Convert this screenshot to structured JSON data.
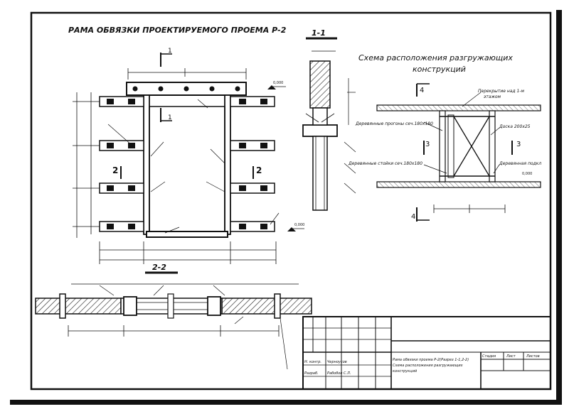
{
  "drawing": {
    "main_title": "РАМА ОБВЯЗКИ ПРОЕКТИРУЕМОГО ПРОЕМА  Р-2",
    "scheme_title_line1": "Схема расположения разгружающих",
    "scheme_title_line2": "конструкций",
    "section_1_1": "1-1",
    "section_2_2": "2-2",
    "mark_1": "1",
    "mark_2": "2",
    "mark_3": "3",
    "mark_4": "4",
    "level_mark": "0,000",
    "labels": {
      "overlap_slab": "Перекрытие над 1-м",
      "floor": "этажом",
      "wooden_beams": "Деревянные прогоны сеч.180х180",
      "wooden_posts": "Деревянные стойки сеч.180х180",
      "board": "Доска 200х25",
      "wooden_pad": "Деревянная подкл"
    }
  },
  "title_block": {
    "row_labels": [
      "Н. контр.",
      "Разраб."
    ],
    "name_cells": [
      "Черноусов",
      "Рабобое С.Л."
    ],
    "description_line1": "Рама обвязки проема Р-2(Разрез 1-1,2-2)",
    "description_line2": "Схема расположения разгружающих",
    "description_line3": "конструкций",
    "col_headers": [
      "Стадия",
      "Лист",
      "Листов"
    ]
  },
  "colors": {
    "ink": "#1a1a1a",
    "paper": "#ffffff",
    "frame_shadow": "#111111"
  }
}
